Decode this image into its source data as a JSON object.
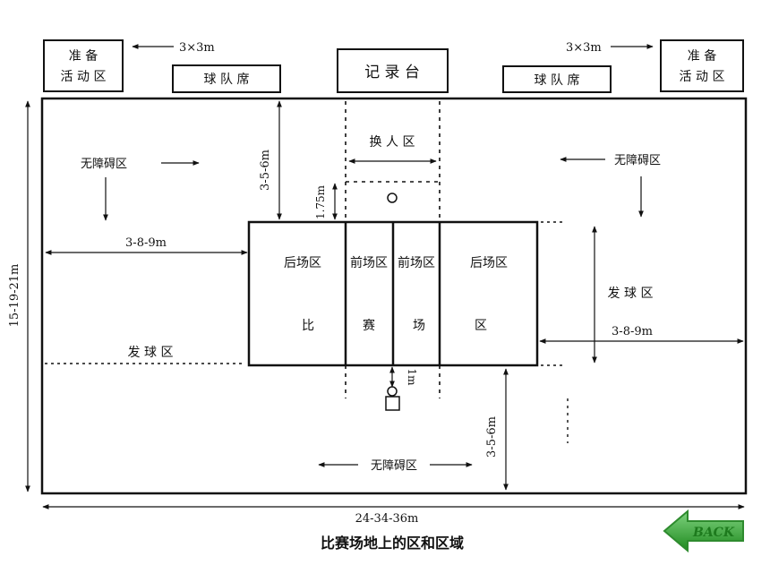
{
  "labels": {
    "warmup_left_line1": "准 备",
    "warmup_left_line2": "活 动 区",
    "warmup_right_line1": "准 备",
    "warmup_right_line2": "活 动 区",
    "warmup_size_left": "3×3m",
    "warmup_size_right": "3×3m",
    "team_bench_left": "球 队 席",
    "team_bench_right": "球 队 席",
    "scorer_table": "记  录  台",
    "substitution_zone": "换 人 区",
    "free_zone_top_left": "无障碍区",
    "free_zone_top_right": "无障碍区",
    "free_zone_bottom": "无障碍区",
    "dim_top_margin": "3-5-6m",
    "dim_attack_line_offset": "1.75m",
    "dim_left_margin": "3-8-9m",
    "dim_right_margin": "3-8-9m",
    "dim_total_width": "15-19-21m",
    "dim_total_length": "24-34-36m",
    "dim_bottom_margin": "3-5-6m",
    "dim_referee": "1m",
    "back_court_left": "后场区",
    "front_court_left": "前场区",
    "front_court_right": "前场区",
    "back_court_right": "后场区",
    "court_char_1": "比",
    "court_char_2": "赛",
    "court_char_3": "场",
    "court_char_4": "区",
    "service_zone_left": "发 球 区",
    "service_zone_right": "发 球 区",
    "caption": "比赛场地上的区和区域",
    "back_button": "BACK"
  },
  "icons": {
    "back": "back-arrow-icon"
  },
  "colors": {
    "ink": "#111111",
    "back_green": "#2e8b2e"
  }
}
